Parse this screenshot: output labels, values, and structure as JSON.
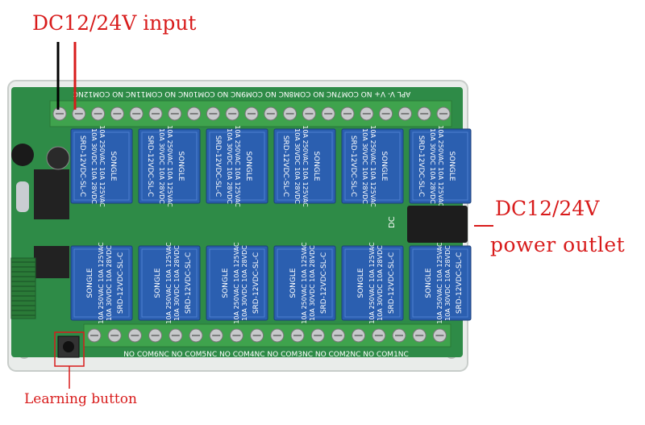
{
  "callouts": {
    "input": "DC12/24V input",
    "power_line1": "DC12/24V",
    "power_line2": "power outlet",
    "learning": "Learning button"
  },
  "board": {
    "top_terminal_text": "APL V- V+ NO COM7NC NO COM8NC NO COM9NC NO COM10NC NO COM11NC NO COM12NC",
    "bottom_terminal_text": "NO COM6NC NO COM5NC NO COM4NC NO COM3NC NO COM2NC NO COM1NC",
    "dc_label": "DC",
    "relay_brand": "SONGLE",
    "relay_model": "SRD-12VDC-SL-C",
    "relay_rating_1": "10A 250VAC 10A 125VAC",
    "relay_rating_2": "10A 30VDC 10A 28VDC"
  },
  "colors": {
    "annotation": "#d81b1b",
    "pcb": "#2e8b47",
    "relay": "#2b5fb0",
    "terminal": "#3fa34d",
    "case": "#e9ecea"
  }
}
